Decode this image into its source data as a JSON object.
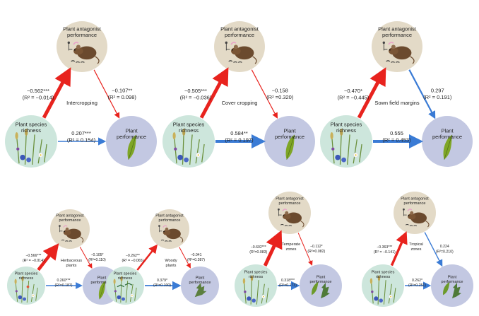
{
  "colors": {
    "antagonist_circle": "#e3dac7",
    "species_circle": "#cde6dc",
    "performance_circle": "#c3c8e2",
    "negative_arrow": "#e8231e",
    "positive_arrow": "#3a7bd5"
  },
  "panels": [
    {
      "context": "Intercropping",
      "antagonist_label": [
        "Plant antagonist",
        "performance"
      ],
      "species_label": [
        "Plant species",
        "richness"
      ],
      "performance_label": [
        "Plant",
        "performance"
      ],
      "path_sa": {
        "coef": "−0.562***",
        "r2": "(R² = −0.014)"
      },
      "path_ap": {
        "coef": "−0.107**",
        "r2": "(R² = 0.098)"
      },
      "path_sp": {
        "coef": "0.207***",
        "r2": "(R² = 0.154)"
      }
    },
    {
      "context": "Cover cropping",
      "antagonist_label": [
        "Plant antagonist",
        "performance"
      ],
      "species_label": [
        "Plant species",
        "richness"
      ],
      "performance_label": [
        "Plant",
        "performance"
      ],
      "path_sa": {
        "coef": "−0.505***",
        "r2": "(R² = −0.036)"
      },
      "path_ap": {
        "coef": "−0.158",
        "r2": "(R² =0.320)"
      },
      "path_sp": {
        "coef": "0.584**",
        "r2": "(R² = 0.197)"
      }
    },
    {
      "context": "Sown field margins",
      "antagonist_label": [
        "Plant antagonist",
        "performance"
      ],
      "species_label": [
        "Plant species",
        "richness"
      ],
      "performance_label": [
        "Plant",
        "performance"
      ],
      "path_sa": {
        "coef": "−0.470*",
        "r2": "(R² = −0.445)"
      },
      "path_ap": {
        "coef": "0.297",
        "r2": "(R² = 0.191)"
      },
      "path_sp": {
        "coef": "0.555",
        "r2": "(R² = 0.453)"
      }
    },
    {
      "context": "Herbaceous plants",
      "antagonist_label": [
        "Plant antagonist",
        "performance"
      ],
      "species_label": [
        "Plant species",
        "richness"
      ],
      "performance_label": [
        "Plant",
        "performance"
      ],
      "path_sa": {
        "coef": "−0.566***",
        "r2": "(R² = −0.014)"
      },
      "path_ap": {
        "coef": "−0.105*",
        "r2": "(R²=0.110)"
      },
      "path_sp": {
        "coef": "0.260***",
        "r2": "(R²=0.187)"
      }
    },
    {
      "context": "Woody plants",
      "antagonist_label": [
        "Plant antagonist",
        "performance"
      ],
      "species_label": [
        "Plant species",
        "richness"
      ],
      "performance_label": [
        "Plant",
        "performance"
      ],
      "path_sa": {
        "coef": "−0.262**",
        "r2": "(R² = −0.065)"
      },
      "path_ap": {
        "coef": "−0.041",
        "r2": "(R²=0.387)"
      },
      "path_sp": {
        "coef": "0.379*",
        "r2": "(R²=0.100)"
      }
    },
    {
      "context": "Temperate zones",
      "antagonist_label": [
        "Plant antagonist",
        "performance"
      ],
      "species_label": [
        "Plant species",
        "richness"
      ],
      "performance_label": [
        "Plant",
        "performance"
      ],
      "path_sa": {
        "coef": "−0.602***",
        "r2": "(R²=0.083)"
      },
      "path_ap": {
        "coef": "−0.112*",
        "r2": "(R²=0.082)"
      },
      "path_sp": {
        "coef": "0.318***",
        "r2": "(R²=0.173)"
      }
    },
    {
      "context": "Tropical zones",
      "antagonist_label": [
        "Plant antagonist",
        "performance"
      ],
      "species_label": [
        "Plant species",
        "richness"
      ],
      "performance_label": [
        "Plant",
        "performance"
      ],
      "path_sa": {
        "coef": "−0.363***",
        "r2": "(R² = −0.141)"
      },
      "path_ap": {
        "coef": "0.224",
        "r2": "(R²=0.210)"
      },
      "path_sp": {
        "coef": "0.262*",
        "r2": "(R²=0.251)"
      }
    }
  ]
}
